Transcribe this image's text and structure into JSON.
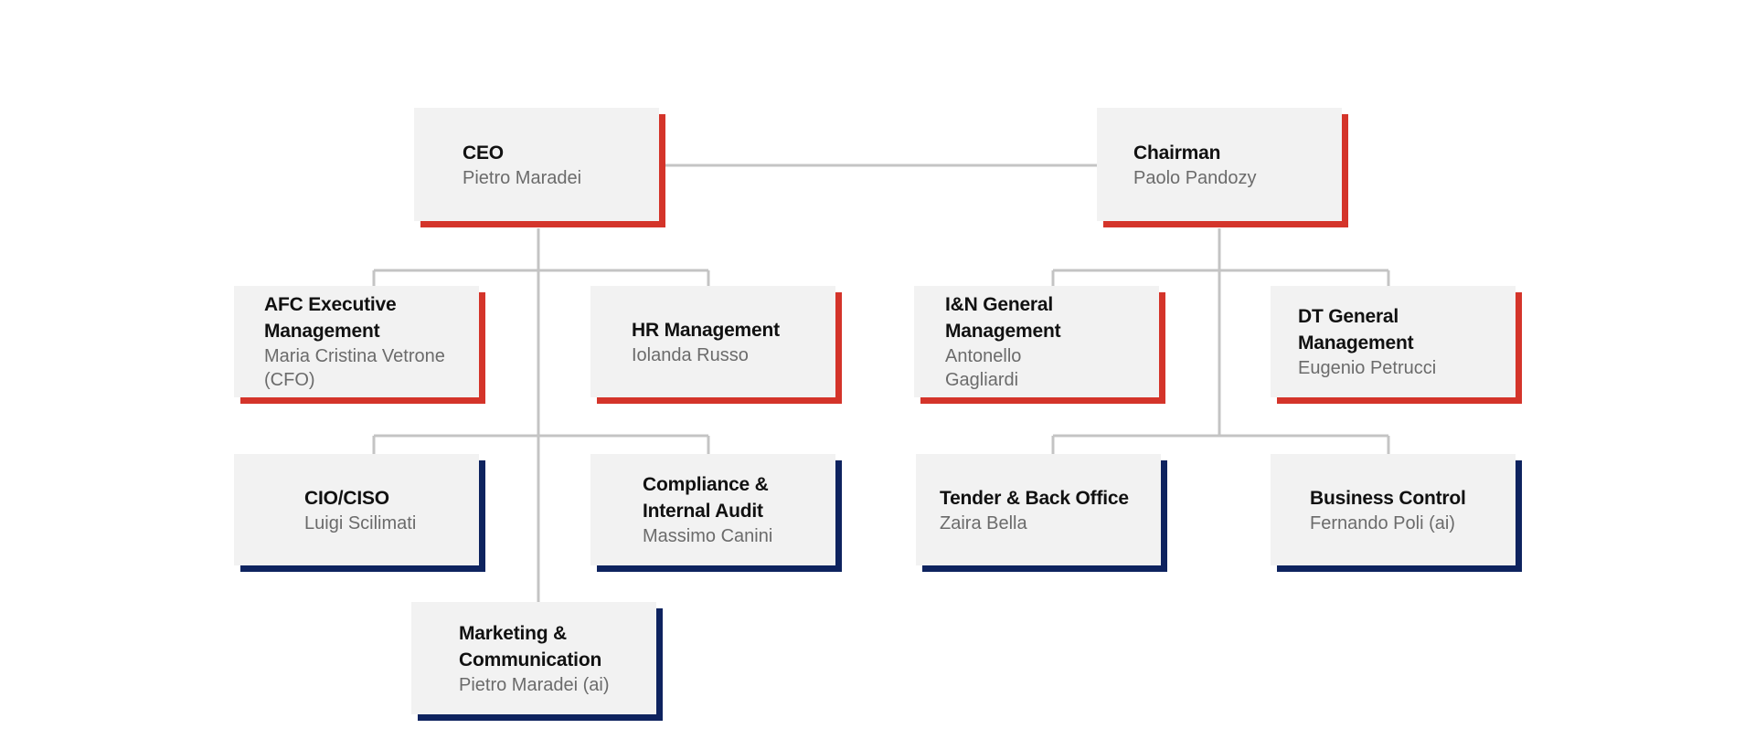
{
  "colors": {
    "background": "#ffffff",
    "card": "#f2f2f2",
    "connector": "#c4c4c4",
    "accent_red": "#d4342a",
    "accent_navy": "#0e235f",
    "role_text": "#111111",
    "person_text": "#6b6b6b"
  },
  "nodes": {
    "ceo": {
      "role": "CEO",
      "person": "Pietro Maradei",
      "accent": "red"
    },
    "chairman": {
      "role": "Chairman",
      "person": "Paolo Pandozy",
      "accent": "red"
    },
    "afc": {
      "role": "AFC Executive Management",
      "person": "Maria Cristina Vetrone (CFO)",
      "accent": "red"
    },
    "hr": {
      "role": "HR Management",
      "person": "Iolanda Russo",
      "accent": "red"
    },
    "in_general": {
      "role": "I&N General Management",
      "person": "Antonello Gagliardi",
      "accent": "red"
    },
    "dt_general": {
      "role": "DT General Management",
      "person": "Eugenio Petrucci",
      "accent": "red"
    },
    "cio_ciso": {
      "role": "CIO/CISO",
      "person": "Luigi Scilimati",
      "accent": "navy"
    },
    "compliance": {
      "role": "Compliance & Internal Audit",
      "person": "Massimo Canini",
      "accent": "navy"
    },
    "tender": {
      "role": "Tender & Back Office",
      "person": "Zaira Bella",
      "accent": "navy"
    },
    "business_control": {
      "role": "Business Control",
      "person": "Fernando Poli (ai)",
      "accent": "navy"
    },
    "marketing": {
      "role": "Marketing & Communication",
      "person": "Pietro Maradei (ai)",
      "accent": "navy"
    }
  }
}
